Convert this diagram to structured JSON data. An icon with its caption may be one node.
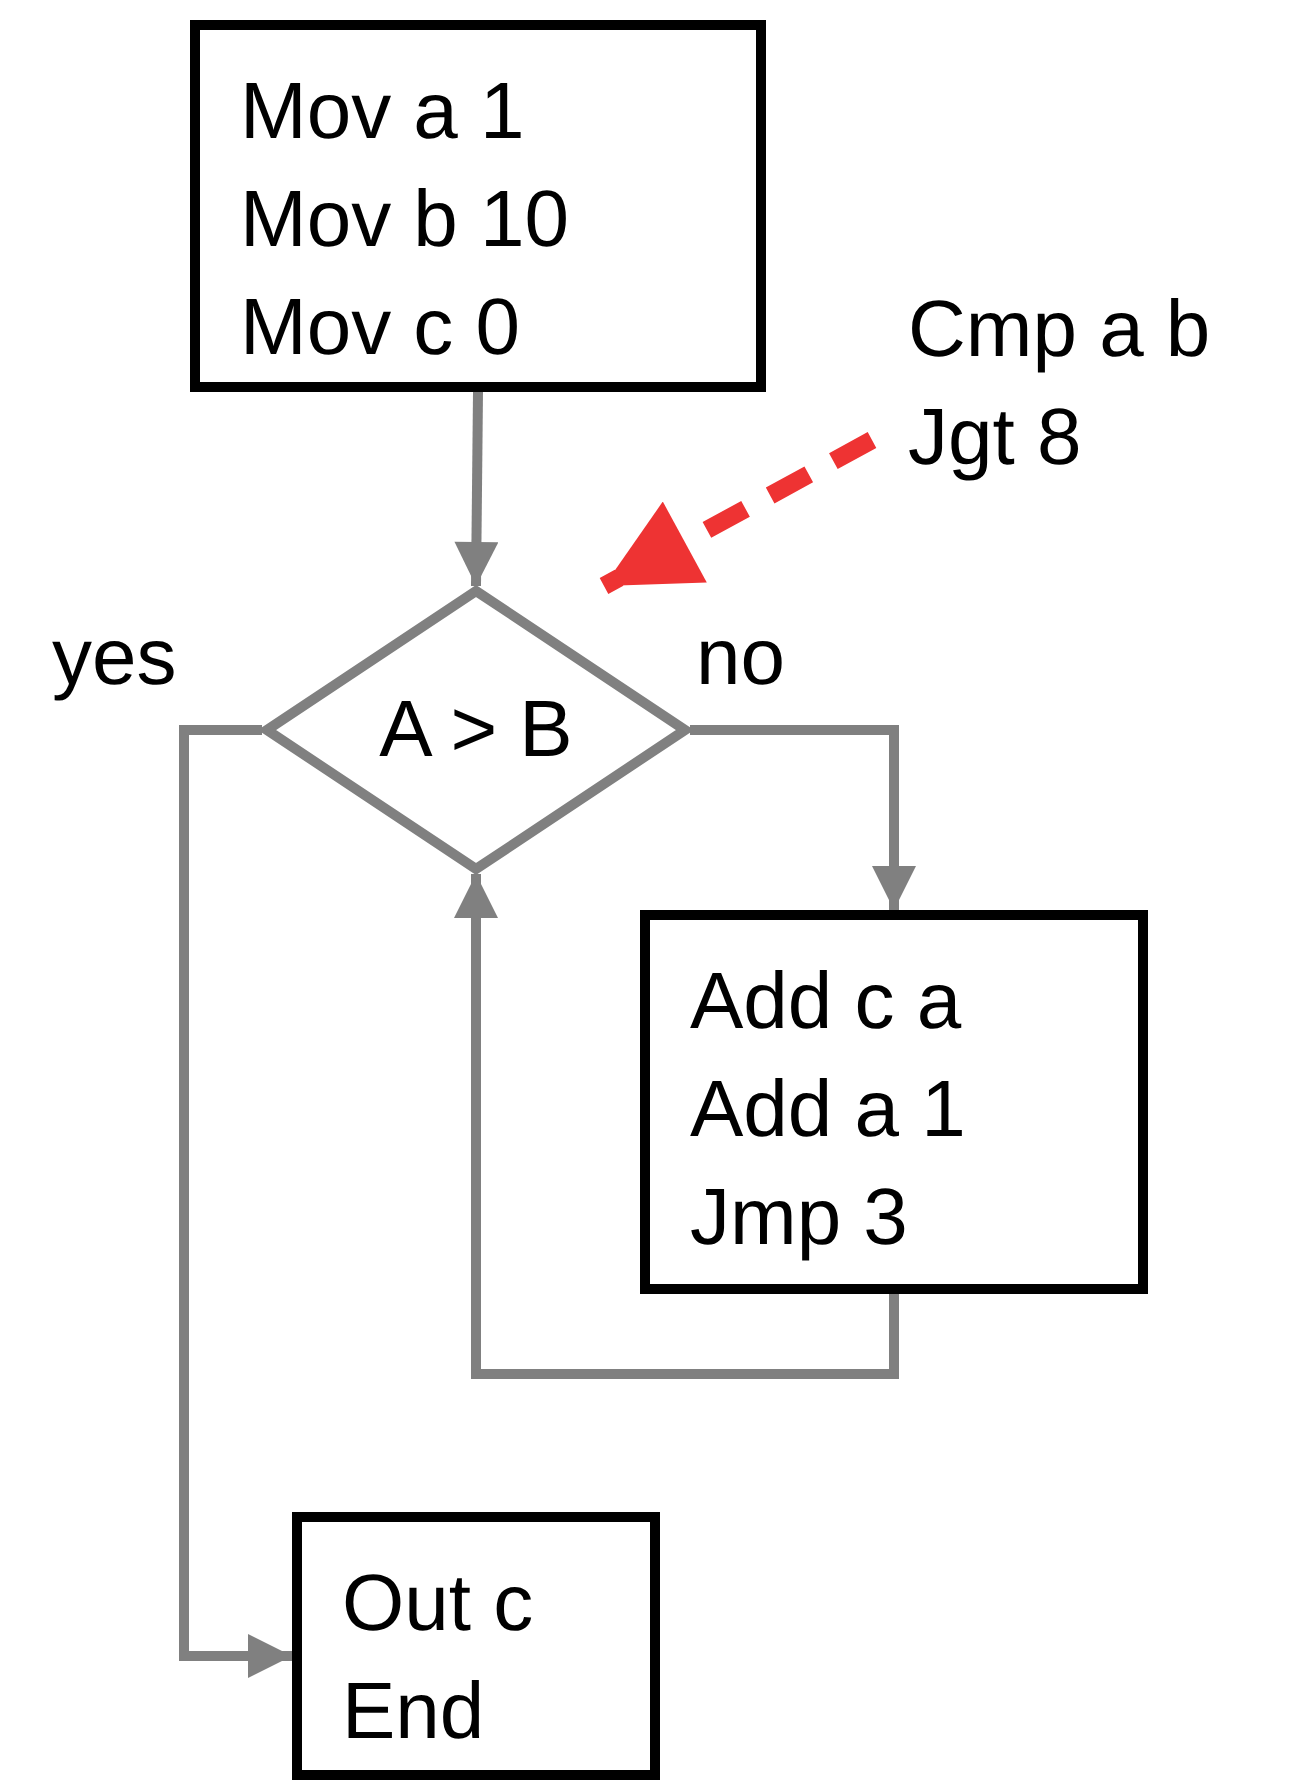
{
  "diagram": {
    "nodes": [
      {
        "text": [
          "Mov a 1",
          "Mov b 10",
          "Mov c 0"
        ]
      },
      {
        "text": [
          "A > B"
        ]
      },
      {
        "text": [
          "Add c a",
          "Add a 1",
          "Jmp 3"
        ]
      },
      {
        "text": [
          "Out c",
          "End"
        ]
      },
      {
        "text": [
          "Cmp a b",
          "Jgt 8"
        ]
      }
    ],
    "edges": [
      {
        "from": 0,
        "to": 1,
        "arrow": "to"
      },
      {
        "from": 1,
        "to": 2,
        "arrow": "to",
        "label": "no"
      },
      {
        "from": 2,
        "to": 1,
        "arrow": "to"
      },
      {
        "from": 1,
        "to": 3,
        "arrow": "to",
        "label": "yes"
      },
      {
        "from": 4,
        "to": 1,
        "arrow": "to",
        "style": "dashed",
        "color": "#ee3333"
      }
    ]
  }
}
